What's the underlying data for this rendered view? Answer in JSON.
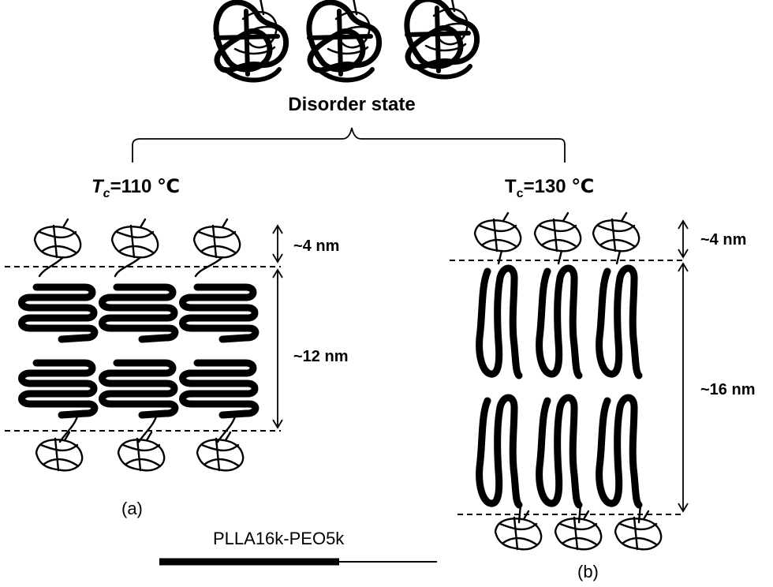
{
  "disorder": {
    "label": "Disorder state"
  },
  "panel_a": {
    "temp_symbol": "T",
    "temp_sub": "c",
    "temp_value": "=110 ℃",
    "coil_spacing": "~4 nm",
    "lamella_spacing": "~12 nm",
    "tag": "(a)"
  },
  "panel_b": {
    "temp_symbol": "T",
    "temp_sub": "c",
    "temp_value": "=130 ℃",
    "coil_spacing": "~4 nm",
    "lamella_spacing": "~16 nm",
    "tag": "(b)"
  },
  "legend": {
    "polymer_label": "PLLA16k-PEO5k"
  }
}
